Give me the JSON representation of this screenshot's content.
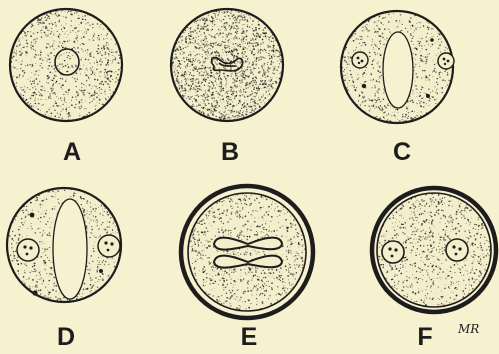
{
  "figure": {
    "panels": [
      {
        "id": "A",
        "label": "A"
      },
      {
        "id": "B",
        "label": "B"
      },
      {
        "id": "C",
        "label": "C"
      },
      {
        "id": "D",
        "label": "D"
      },
      {
        "id": "E",
        "label": "E"
      },
      {
        "id": "F",
        "label": "F"
      }
    ],
    "signature": "MR"
  },
  "colors": {
    "background": "#f6f1cf",
    "ink": "#1d1d1d"
  }
}
